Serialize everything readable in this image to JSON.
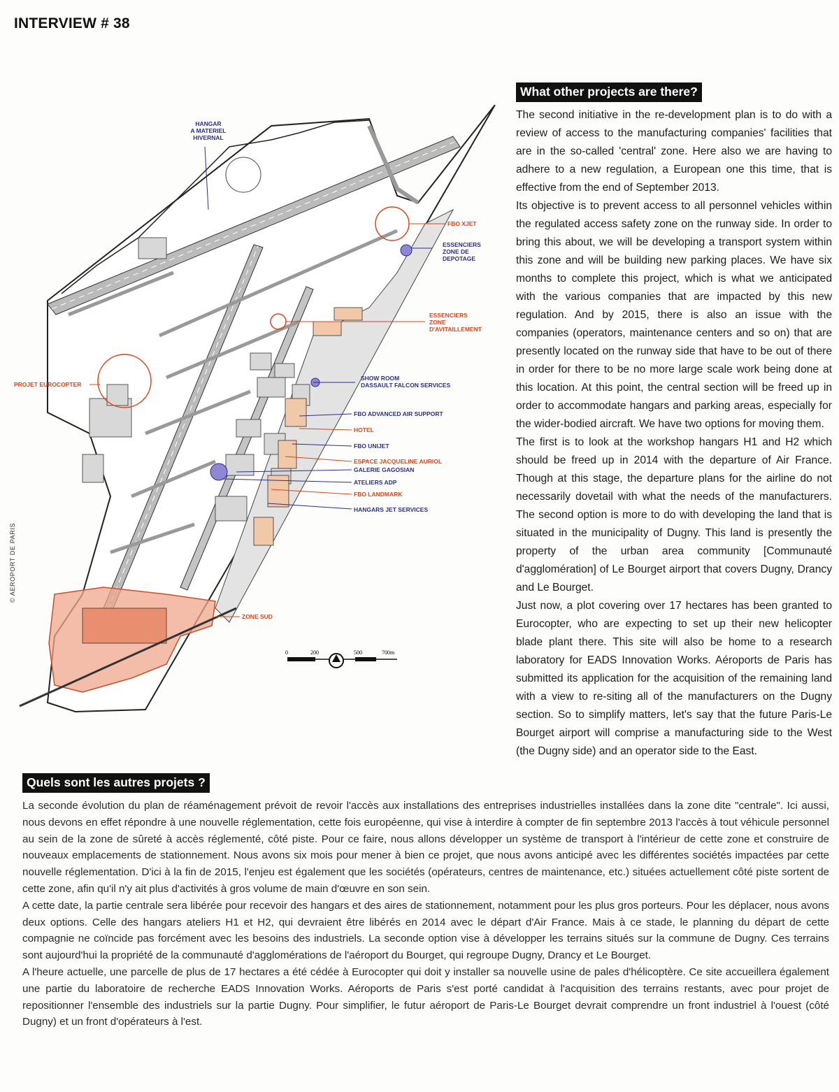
{
  "header": {
    "title": "INTERVIEW # 38"
  },
  "map": {
    "credit": "© AEROPORT DE PARIS",
    "labels": {
      "hangar": [
        "HANGAR",
        "A MATERIEL",
        "HIVERNAL"
      ],
      "fbo_xjet": "FBO XJET",
      "essenciers_depotage": [
        "ESSENCIERS",
        "ZONE DE",
        "DEPOTAGE"
      ],
      "essenciers_avitaillement": [
        "ESSENCIERS",
        "ZONE",
        "D'AVITAILLEMENT"
      ],
      "projet_eurocopter": "PROJET EUROCOPTER",
      "show_room": [
        "SHOW ROOM",
        "DASSAULT FALCON SERVICES"
      ],
      "fbo_advanced": "FBO ADVANCED AIR SUPPORT",
      "hotel": "HOTEL",
      "fbo_unijet": "FBO UNIJET",
      "espace_auriol": "ESPACE JACQUELINE AURIOL",
      "galerie": "GALERIE GAGOSIAN",
      "ateliers": "ATELIERS ADP",
      "fbo_landmark": "FBO LANDMARK",
      "hangars_jet": "HANGARS JET SERVICES",
      "zone_sud": "ZONE SUD"
    },
    "scale": [
      "0",
      "200",
      "500",
      "700m"
    ],
    "colors": {
      "blue": "#2a2f8a",
      "red": "#d8461c",
      "zone_fill": "#f0a78c"
    }
  },
  "en": {
    "heading": "What other projects are there?",
    "paragraphs": [
      "The second initiative in the re-development plan is to do with a review of access to the manufacturing companies' facilities that are in the so-called 'central' zone. Here also we are having to adhere to a new regulation, a European one this time, that is effective from the end of September 2013.",
      "Its objective is to prevent access to all personnel vehicles within the regulated access safety zone on the runway side. In order to bring this about, we will be developing a transport system within this zone and will be building new parking places. We have six months to complete this project, which is what we anticipated with the various companies that are impacted by this new regulation. And by 2015, there is also an issue with the companies (operators, maintenance centers and so on) that are presently located on the runway side that have to be out of there in order for there to be no more large scale work being done at this location. At this point, the central section will be freed up in order to accommodate hangars and parking areas, especially for the wider-bodied aircraft. We have two options for moving them.",
      "The first is to look at the workshop hangars H1 and H2 which should be freed up in 2014 with the departure of Air France. Though at this stage, the departure plans for the airline do not necessarily dovetail with what the needs of the manufacturers. The second option is more to do with developing the land that is situated in the municipality of Dugny. This land is presently the property of the urban area community [Communauté d'agglomération] of Le Bourget airport that covers Dugny, Drancy and Le Bourget.",
      "Just now, a plot covering over 17 hectares has been granted to Eurocopter, who are expecting to set up their new helicopter blade plant there. This site will also be home to a research laboratory for EADS Innovation Works. Aéroports de Paris has submitted its application for the acquisition of the remaining land with a view to re-siting all of the manufacturers on the Dugny section. So to simplify matters, let's say that the future Paris-Le Bourget airport will comprise a manufacturing side to the West (the Dugny side) and an operator side to the East."
    ]
  },
  "fr": {
    "heading": "Quels sont les autres projets ?",
    "paragraphs": [
      "La seconde évolution du plan de réaménagement prévoit de revoir l'accès aux installations des entreprises industrielles installées dans la zone dite \"centrale\". Ici aussi, nous devons en effet répondre à une nouvelle réglementation, cette fois européenne, qui vise à interdire à compter de fin septembre 2013 l'accès à tout véhicule personnel au sein de la zone de sûreté à accès réglementé, côté piste. Pour ce faire, nous allons développer un système de transport à l'intérieur de cette zone et construire de nouveaux emplacements de stationnement. Nous avons six mois pour mener à bien ce projet, que nous avons anticipé avec les différentes sociétés impactées par cette nouvelle réglementation. D'ici à la fin de 2015, l'enjeu est également que les sociétés (opérateurs, centres de maintenance, etc.) situées actuellement côté piste sortent de cette zone, afin qu'il n'y ait plus d'activités à gros volume de main d'œuvre en son sein.",
      "A cette date, la partie centrale sera libérée pour recevoir des hangars et des aires de stationnement, notamment pour les plus gros porteurs. Pour les déplacer, nous avons deux options. Celle des hangars ateliers H1 et H2, qui devraient être libérés en 2014 avec le départ d'Air France. Mais à ce stade, le planning du départ de cette compagnie ne coïncide pas forcément avec les besoins des industriels. La seconde option vise à développer les terrains situés sur la commune de Dugny. Ces terrains sont aujourd'hui la propriété de la communauté d'agglomérations de l'aéroport du Bourget, qui regroupe Dugny, Drancy et Le Bourget.",
      "A l'heure actuelle, une parcelle de plus de 17 hectares a été cédée à Eurocopter qui doit y installer sa nouvelle usine de pales d'hélicoptère. Ce site accueillera également une partie du laboratoire de recherche EADS Innovation Works. Aéroports de Paris s'est porté candidat à l'acquisition des terrains restants, avec pour projet de repositionner l'ensemble des industriels sur la partie Dugny. Pour simplifier, le futur aéroport de Paris-Le Bourget devrait comprendre un front industriel à l'ouest (côté Dugny) et un front d'opérateurs à l'est."
    ]
  }
}
